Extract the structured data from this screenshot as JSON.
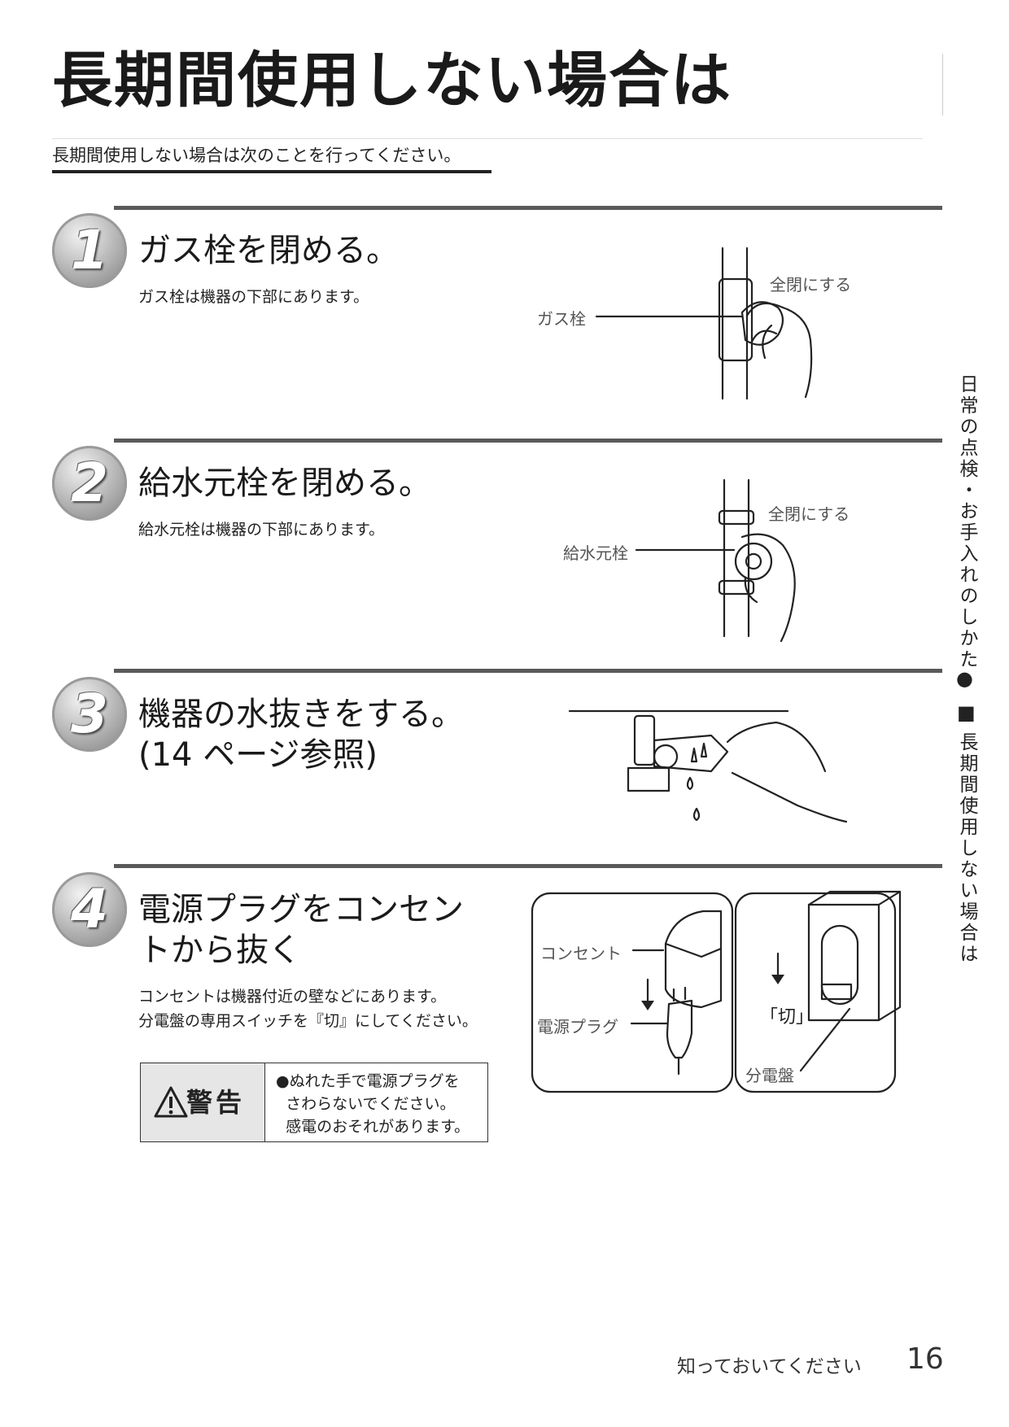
{
  "page": {
    "title": "長期間使用しない場合は",
    "lead": "長期間使用しない場合は次のことを行ってください。",
    "side_label_top": "日常の点検・お手入れのしかた",
    "side_bullet": "●",
    "side_square": "■",
    "side_label_bottom": "長期間使用しない場合は",
    "footer_text": "知っておいてください",
    "page_number": "16"
  },
  "steps": [
    {
      "number": "1",
      "title": "ガス栓を閉める。",
      "description": "ガス栓は機器の下部にあります。",
      "callouts": {
        "part": "ガス栓",
        "action": "全閉にする"
      }
    },
    {
      "number": "2",
      "title": "給水元栓を閉める。",
      "description": "給水元栓は機器の下部にあります。",
      "callouts": {
        "part": "給水元栓",
        "action": "全閉にする"
      }
    },
    {
      "number": "3",
      "title_line1": "機器の水抜きをする。",
      "title_line2": "(14 ページ参照)"
    },
    {
      "number": "4",
      "title_line1": "電源プラグをコンセン",
      "title_line2": "トから抜く",
      "description_line1": "コンセントは機器付近の壁などにあります。",
      "description_line2": "分電盤の専用スイッチを『切』にしてください。",
      "callouts": {
        "outlet": "コンセント",
        "plug": "電源プラグ",
        "off": "「切」",
        "panel": "分電盤"
      }
    }
  ],
  "warning": {
    "icon": "warning-triangle-icon",
    "label": "警告",
    "text": "●ぬれた手で電源プラグを\n  さわらないでください。\n  感電のおそれがあります。"
  }
}
